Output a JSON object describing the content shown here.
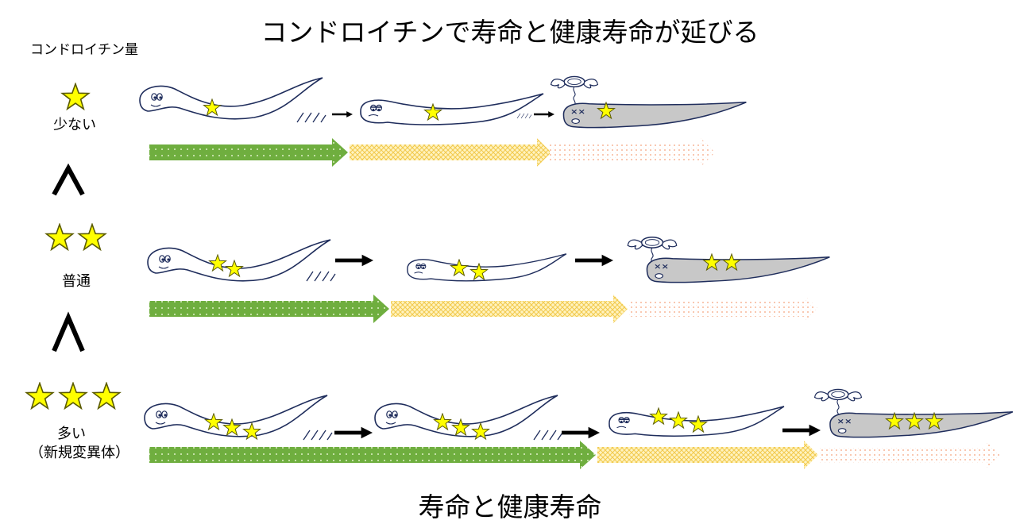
{
  "title": "コンドロイチンで寿命と健康寿命が延びる",
  "amount_label": "コンドロイチン量",
  "comparison_symbol": "∧",
  "levels": [
    {
      "label": "少ない",
      "sub_label": "",
      "stars": 1
    },
    {
      "label": "普通",
      "sub_label": "",
      "stars": 2
    },
    {
      "label": "多い",
      "sub_label": "（新規変異体）",
      "stars": 3
    }
  ],
  "bottom_label": "寿命と健康寿命",
  "colors": {
    "star_fill": "#ffff00",
    "star_stroke": "#5a5a00",
    "healthy_arrow": "#6fae3f",
    "aging_arrow": "#f2c94c",
    "dying_arrow": "#f5a07a",
    "dead_worm": "#c8c8c8",
    "worm_outline": "#1f2d5c"
  },
  "icons": [
    "worm-healthy",
    "worm-aging",
    "worm-dead",
    "halo-wings-icon",
    "star-icon",
    "black-arrow-icon"
  ]
}
